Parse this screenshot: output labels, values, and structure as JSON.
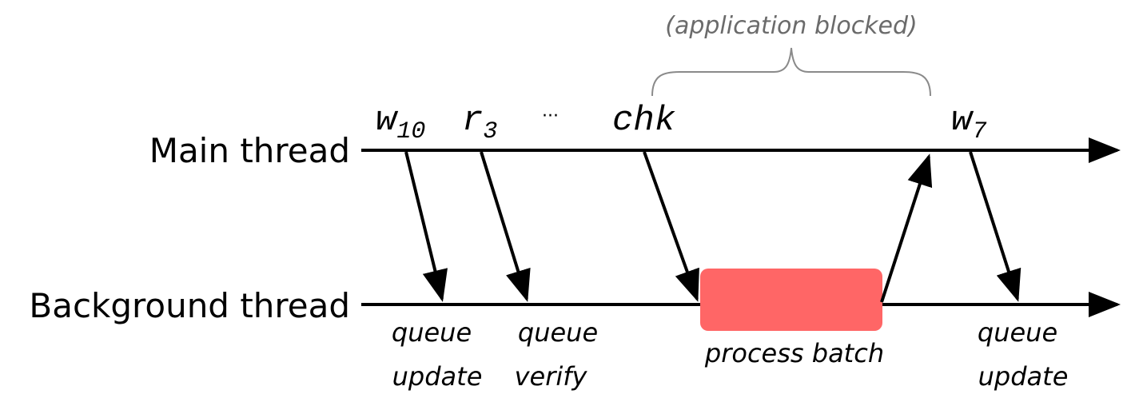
{
  "lanes": {
    "main": "Main thread",
    "background": "Background thread"
  },
  "ops": [
    {
      "name": "w",
      "sub": "10"
    },
    {
      "name": "r",
      "sub": "3"
    },
    {
      "name": "chk"
    },
    {
      "name": "w",
      "sub": "7"
    }
  ],
  "ellipsis": "···",
  "blocked_note": "(application blocked)",
  "captions": {
    "c1": [
      "queue",
      "update"
    ],
    "c2": [
      "queue",
      "verify"
    ],
    "c3": "process batch",
    "c4": [
      "queue",
      "update"
    ]
  },
  "colors": {
    "line": "#000000",
    "batch_box": "#ff6666",
    "brace": "#8a8a8a",
    "blocked_text": "#6b6b6b"
  }
}
